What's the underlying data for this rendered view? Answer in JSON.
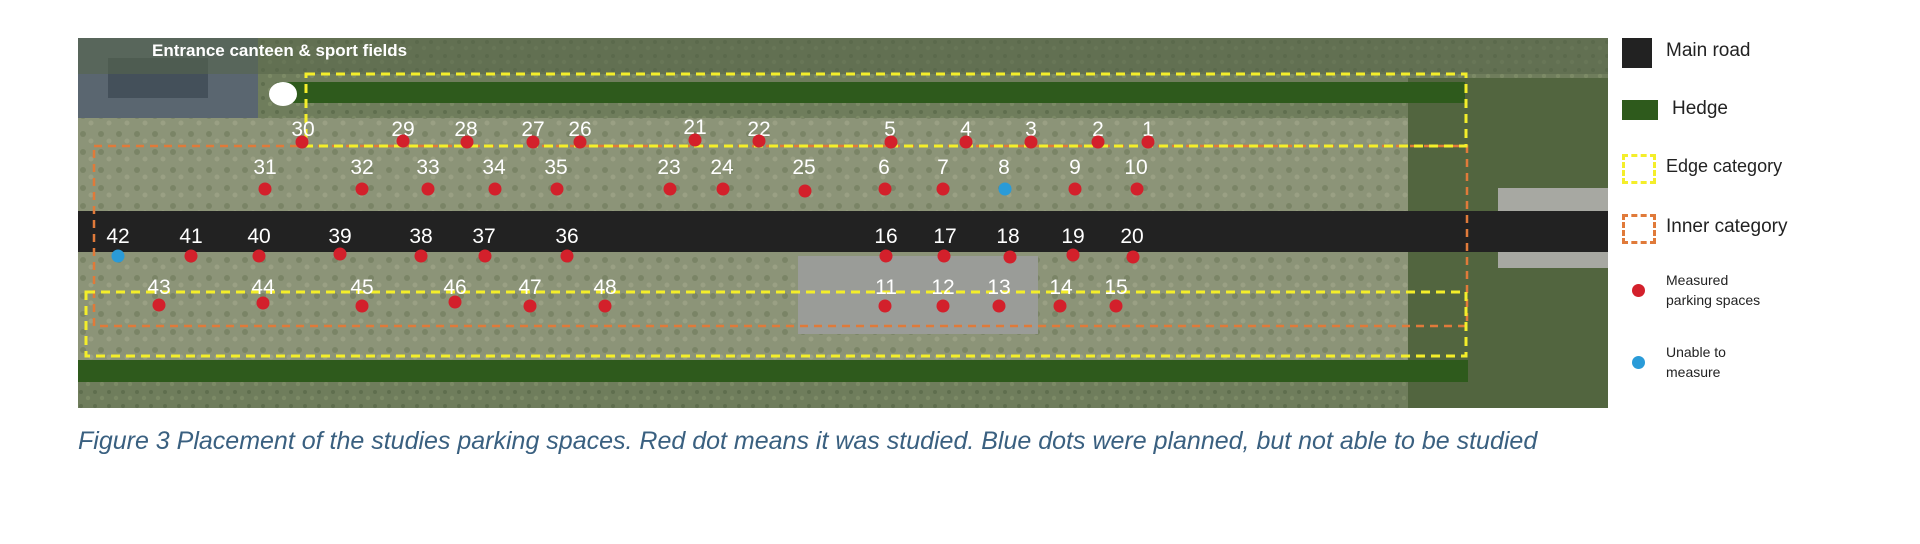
{
  "map": {
    "entrance_label": "Entrance canteen & sport fields",
    "colors": {
      "red_dot": "#d3202b",
      "blue_dot": "#2a9bd8",
      "main_road": "#222222",
      "hedge": "#2e5a1c",
      "edge": "#f4ee2a",
      "inner": "#e07a3a"
    },
    "spots": [
      {
        "label": "30",
        "status": "measured",
        "category": "edge"
      },
      {
        "label": "29",
        "status": "measured",
        "category": "edge"
      },
      {
        "label": "28",
        "status": "measured",
        "category": "edge"
      },
      {
        "label": "27",
        "status": "measured",
        "category": "edge"
      },
      {
        "label": "26",
        "status": "measured",
        "category": "edge"
      },
      {
        "label": "21",
        "status": "measured",
        "category": "edge"
      },
      {
        "label": "22",
        "status": "measured",
        "category": "edge"
      },
      {
        "label": "5",
        "status": "measured",
        "category": "edge"
      },
      {
        "label": "4",
        "status": "measured",
        "category": "edge"
      },
      {
        "label": "3",
        "status": "measured",
        "category": "edge"
      },
      {
        "label": "2",
        "status": "measured",
        "category": "edge"
      },
      {
        "label": "1",
        "status": "measured",
        "category": "edge"
      },
      {
        "label": "31",
        "status": "measured",
        "category": "inner"
      },
      {
        "label": "32",
        "status": "measured",
        "category": "inner"
      },
      {
        "label": "33",
        "status": "measured",
        "category": "inner"
      },
      {
        "label": "34",
        "status": "measured",
        "category": "inner"
      },
      {
        "label": "35",
        "status": "measured",
        "category": "inner"
      },
      {
        "label": "23",
        "status": "measured",
        "category": "inner"
      },
      {
        "label": "24",
        "status": "measured",
        "category": "inner"
      },
      {
        "label": "25",
        "status": "measured",
        "category": "inner"
      },
      {
        "label": "6",
        "status": "measured",
        "category": "inner"
      },
      {
        "label": "7",
        "status": "measured",
        "category": "inner"
      },
      {
        "label": "8",
        "status": "unable",
        "category": "inner"
      },
      {
        "label": "9",
        "status": "measured",
        "category": "inner"
      },
      {
        "label": "10",
        "status": "measured",
        "category": "inner"
      },
      {
        "label": "42",
        "status": "unable",
        "category": "inner"
      },
      {
        "label": "41",
        "status": "measured",
        "category": "inner"
      },
      {
        "label": "40",
        "status": "measured",
        "category": "inner"
      },
      {
        "label": "39",
        "status": "measured",
        "category": "inner"
      },
      {
        "label": "38",
        "status": "measured",
        "category": "inner"
      },
      {
        "label": "37",
        "status": "measured",
        "category": "inner"
      },
      {
        "label": "36",
        "status": "measured",
        "category": "inner"
      },
      {
        "label": "16",
        "status": "measured",
        "category": "inner"
      },
      {
        "label": "17",
        "status": "measured",
        "category": "inner"
      },
      {
        "label": "18",
        "status": "measured",
        "category": "inner"
      },
      {
        "label": "19",
        "status": "measured",
        "category": "inner"
      },
      {
        "label": "20",
        "status": "measured",
        "category": "inner"
      },
      {
        "label": "43",
        "status": "measured",
        "category": "edge"
      },
      {
        "label": "44",
        "status": "measured",
        "category": "edge"
      },
      {
        "label": "45",
        "status": "measured",
        "category": "edge"
      },
      {
        "label": "46",
        "status": "measured",
        "category": "edge"
      },
      {
        "label": "47",
        "status": "measured",
        "category": "edge"
      },
      {
        "label": "48",
        "status": "measured",
        "category": "edge"
      },
      {
        "label": "11",
        "status": "measured",
        "category": "edge"
      },
      {
        "label": "12",
        "status": "measured",
        "category": "edge"
      },
      {
        "label": "13",
        "status": "measured",
        "category": "edge"
      },
      {
        "label": "14",
        "status": "measured",
        "category": "edge"
      },
      {
        "label": "15",
        "status": "measured",
        "category": "edge"
      }
    ]
  },
  "legend": {
    "main_road": "Main road",
    "hedge": "Hedge",
    "edge_category": "Edge category",
    "inner_category": "Inner category",
    "measured_line1": "Measured",
    "measured_line2": "parking spaces",
    "unable_line1": "Unable to",
    "unable_line2": "measure"
  },
  "caption": "Figure 3  Placement of the studies parking spaces. Red dot means it was studied. Blue dots were planned, but not able to be studied"
}
